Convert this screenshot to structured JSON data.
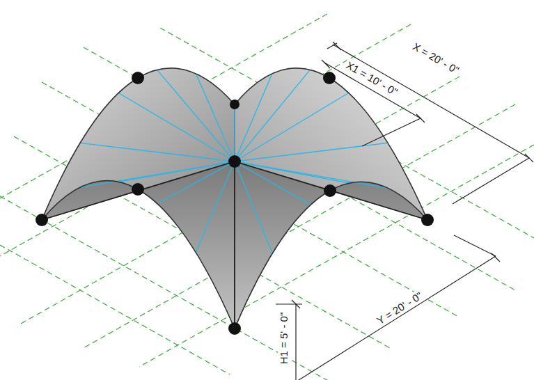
{
  "diagram": {
    "labels": [
      "X1 = 10' - 0\"",
      "X = 20' - 0\"",
      "Y = 20' - 0\"",
      "H1 = 5' - 0\""
    ]
  }
}
